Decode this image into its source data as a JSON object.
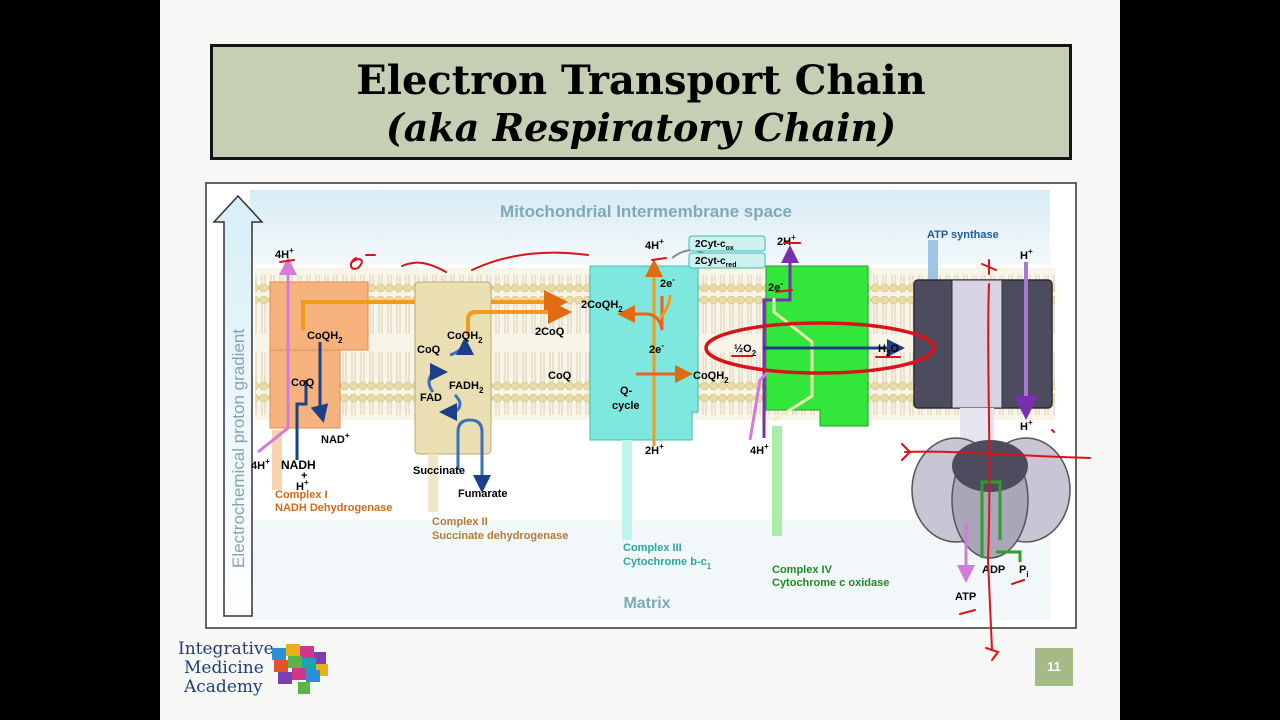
{
  "slide": {
    "title": "Electron Transport Chain",
    "subtitle": "(aka Respiratory Chain)",
    "page_number": "11",
    "logo": {
      "line1": "Integrative",
      "line2": "Medicine",
      "line3": "Academy"
    }
  },
  "diagram": {
    "top_region": "Mitochondrial Intermembrane space",
    "bottom_region": "Matrix",
    "gradient_label": "Electrochemical proton gradient",
    "complex1": {
      "name": "Complex I",
      "desc": "NADH Dehydrogenase",
      "h_top": "4H",
      "h_bottom": "4H",
      "coqh2": "CoQH",
      "coq": "CoQ",
      "nad": "NAD",
      "nadh": "NADH",
      "plus": "+",
      "h": "H"
    },
    "complex2": {
      "name": "Complex II",
      "desc": "Succinate dehydrogenase",
      "coqh2": "CoQH",
      "coq": "CoQ",
      "fad": "FAD",
      "fadh2": "FADH",
      "succinate": "Succinate",
      "fumarate": "Fumarate"
    },
    "complex3": {
      "name": "Complex III",
      "desc": "Cytochrome b-c",
      "desc_sub": "1",
      "h_top": "4H",
      "h_bottom": "2H",
      "coqh2_in": "2CoQH",
      "coq_out": "2CoQ",
      "coq": "CoQ",
      "coqh2_out": "CoQH",
      "e_top": "2e",
      "e_mid": "2e",
      "qcycle_1": "Q-",
      "qcycle_2": "cycle"
    },
    "cytc": {
      "ox": "2Cyt-c",
      "ox_sub": "ox",
      "red": "2Cyt-c",
      "red_sub": "red"
    },
    "complex4": {
      "name": "Complex IV",
      "desc": "Cytochrome c oxidase",
      "h_top": "2H",
      "h_bottom": "4H",
      "e": "2e",
      "o2": "½O",
      "h2o": "H",
      "h2o_tail": "O"
    },
    "atp_synthase": {
      "name": "ATP synthase",
      "h_top": "H",
      "h_bottom": "H",
      "atp": "ATP",
      "adp": "ADP",
      "pi": "P",
      "pi_sub": "i"
    },
    "sub2": "2",
    "sup_plus": "+",
    "sup_minus": "-"
  },
  "colors": {
    "title_bg": "#c4cfb3",
    "complex1": "#f6b27c",
    "complex2": "#e9dfb2",
    "complex3": "#7ee8df",
    "complex4": "#33e63c",
    "atp_synthase": "#4d4b5e",
    "annotation_red": "#d8141a"
  }
}
